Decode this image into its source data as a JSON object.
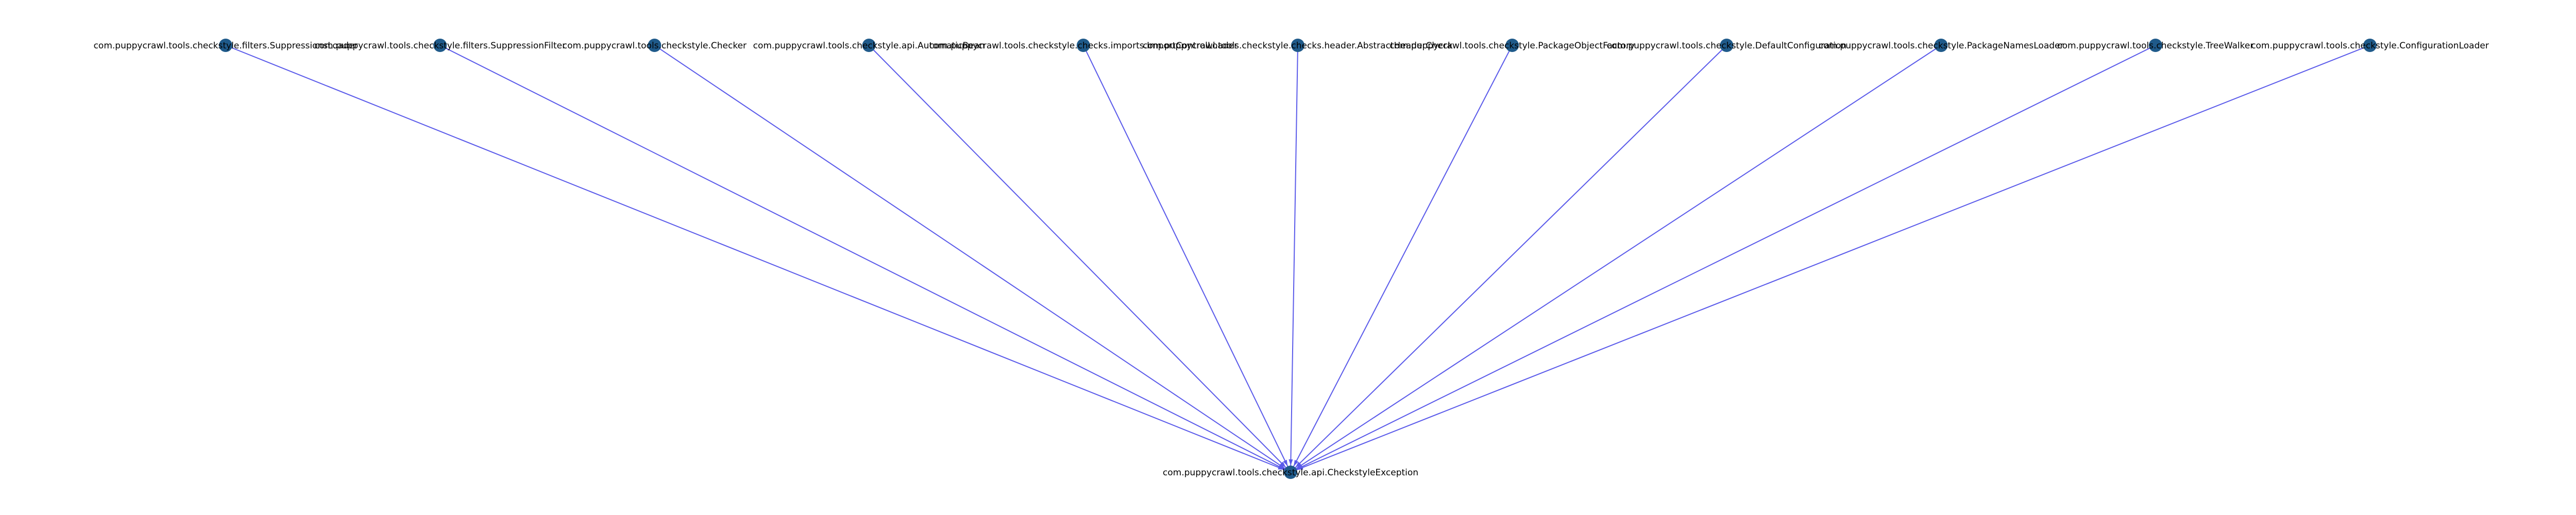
{
  "diagram": {
    "type": "dependency-graph",
    "colors": {
      "background": "#ffffff",
      "node_fill": "#1f5a8a",
      "edge_stroke": "#5a5aea",
      "label_text": "#000000"
    },
    "target": {
      "id": "n_target",
      "label": "com.puppycrawl.tools.checkstyle.api.CheckstyleException"
    },
    "sources": [
      {
        "id": "n1",
        "label": "com.puppycrawl.tools.checkstyle.filters.SuppressionsLoader"
      },
      {
        "id": "n2",
        "label": "com.puppycrawl.tools.checkstyle.filters.SuppressionFilter"
      },
      {
        "id": "n3",
        "label": "com.puppycrawl.tools.checkstyle.Checker"
      },
      {
        "id": "n4",
        "label": "com.puppycrawl.tools.checkstyle.api.AutomaticBean"
      },
      {
        "id": "n5",
        "label": "com.puppycrawl.tools.checkstyle.checks.imports.ImportControlLoader"
      },
      {
        "id": "n6",
        "label": "com.puppycrawl.tools.checkstyle.checks.header.AbstractHeaderCheck"
      },
      {
        "id": "n7",
        "label": "com.puppycrawl.tools.checkstyle.PackageObjectFactory"
      },
      {
        "id": "n8",
        "label": "com.puppycrawl.tools.checkstyle.DefaultConfiguration"
      },
      {
        "id": "n9",
        "label": "com.puppycrawl.tools.checkstyle.PackageNamesLoader"
      },
      {
        "id": "n10",
        "label": "com.puppycrawl.tools.checkstyle.TreeWalker"
      },
      {
        "id": "n11",
        "label": "com.puppycrawl.tools.checkstyle.ConfigurationLoader"
      }
    ],
    "edges": [
      {
        "from": "n1",
        "to": "n_target"
      },
      {
        "from": "n2",
        "to": "n_target"
      },
      {
        "from": "n3",
        "to": "n_target"
      },
      {
        "from": "n4",
        "to": "n_target"
      },
      {
        "from": "n5",
        "to": "n_target"
      },
      {
        "from": "n6",
        "to": "n_target"
      },
      {
        "from": "n7",
        "to": "n_target"
      },
      {
        "from": "n8",
        "to": "n_target"
      },
      {
        "from": "n9",
        "to": "n_target"
      },
      {
        "from": "n10",
        "to": "n_target"
      },
      {
        "from": "n11",
        "to": "n_target"
      }
    ]
  }
}
